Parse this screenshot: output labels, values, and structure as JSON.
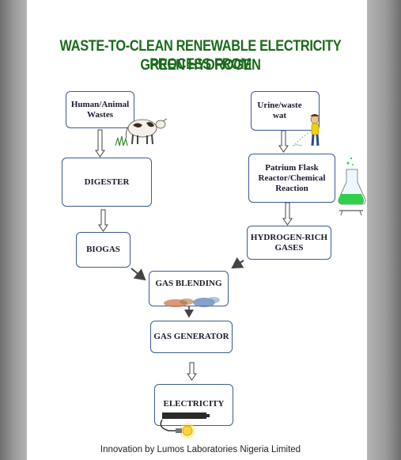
{
  "title": {
    "line1": "WASTE-TO-CLEAN RENEWABLE ELECTRICITY PROCESS FROM",
    "line2": "GREEN HYDROGEN"
  },
  "nodes": {
    "human_animal_wastes": "Human/Animal Wastes",
    "urine_waste": "Urine/waste wat",
    "digester": "DIGESTER",
    "patrium_flask": "Patrium Flask Reactor/Chemical Reaction",
    "biogas": "BIOGAS",
    "hydrogen_rich": "HYDROGEN-RICH GASES",
    "gas_blending": "GAS BLENDING",
    "gas_generator": "GAS GENERATOR",
    "electricity": "ELECTRICITY"
  },
  "illustrations": [
    "cow-icon",
    "person-urinating-icon",
    "flask-icon",
    "smoke-icon",
    "battery-icon",
    "light-bulb-icon"
  ],
  "colors": {
    "title": "#1b6b1b",
    "box_border": "#3b5a93",
    "flask_liquid": "#2fd14a"
  },
  "footer": {
    "line1": "Innovation by Lumos Laboratories Nigeria Limited"
  }
}
